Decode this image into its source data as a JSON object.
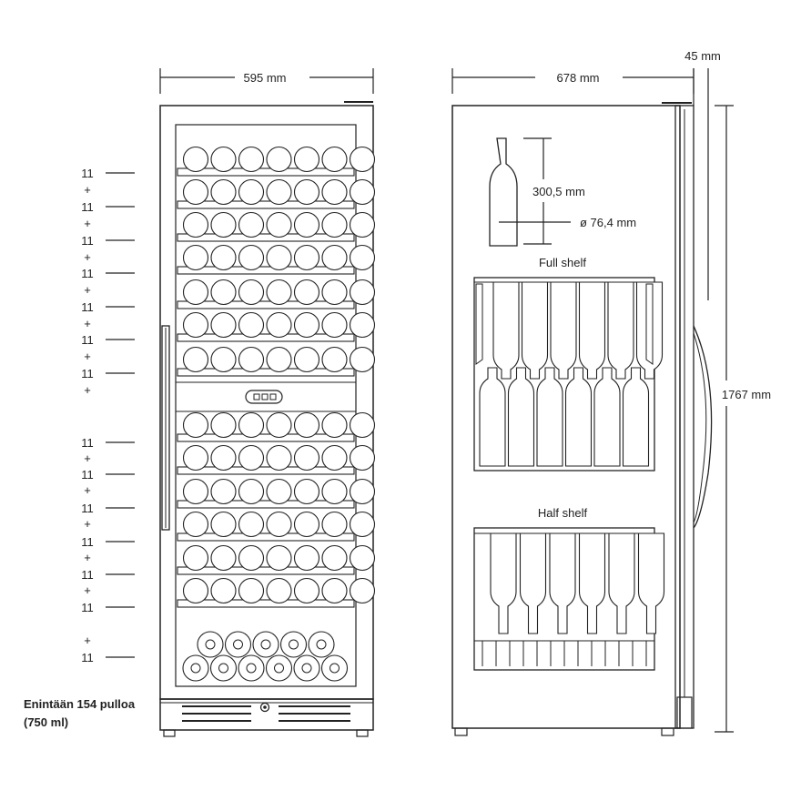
{
  "dimensions": {
    "front_width": "595 mm",
    "side_depth": "678 mm",
    "door_depth": "45 mm",
    "height": "1767 mm",
    "bottle_height": "300,5 mm",
    "bottle_diameter": "ø 76,4 mm"
  },
  "shelf_labels": {
    "full": "Full shelf",
    "half": "Half shelf"
  },
  "shelf_counts": {
    "upper": [
      "11",
      "11",
      "11",
      "11",
      "11",
      "11",
      "11"
    ],
    "lower": [
      "11",
      "11",
      "11",
      "11",
      "11",
      "11"
    ],
    "bottom": "11",
    "plus": "+"
  },
  "capacity": {
    "line1": "Enintään 154 pulloa",
    "line2": "(750 ml)"
  },
  "colors": {
    "line": "#222222",
    "background": "#ffffff"
  }
}
